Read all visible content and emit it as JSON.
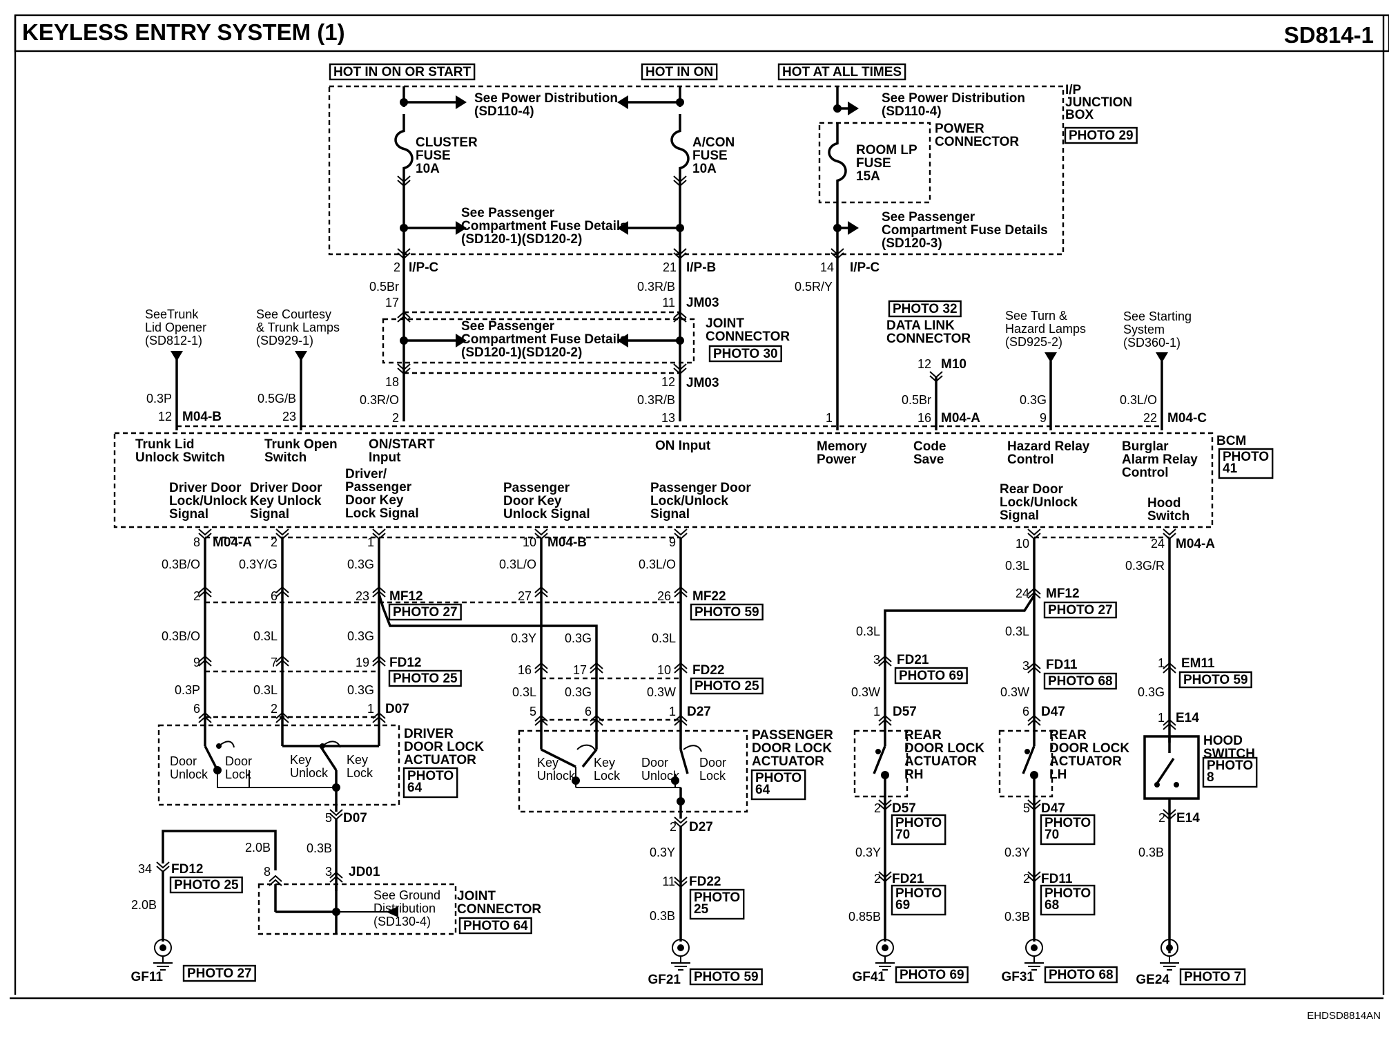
{
  "header": {
    "title": "KEYLESS ENTRY SYSTEM (1)",
    "code": "SD814-1"
  },
  "footer": {
    "code": "EHDSD8814AN"
  },
  "power": {
    "hot_on_start": "HOT IN ON OR START",
    "hot_on": "HOT IN ON",
    "hot_all": "HOT AT ALL TIMES"
  },
  "ipjb": {
    "label": [
      "I/P",
      "JUNCTION",
      "BOX"
    ],
    "photo": "PHOTO 29",
    "power_connector": [
      "POWER",
      "CONNECTOR"
    ],
    "see_pd_1": [
      "See Power Distribution",
      "(SD110-4)"
    ],
    "see_pd_2": [
      "See Power Distribution",
      "(SD110-4)"
    ],
    "cluster_fuse": [
      "CLUSTER",
      "FUSE",
      "10A"
    ],
    "acon_fuse": [
      "A/CON",
      "FUSE",
      "10A"
    ],
    "roomlp_fuse": [
      "ROOM LP",
      "FUSE",
      "15A"
    ],
    "see_pcfd_1": [
      "See Passenger",
      "Compartment Fuse Details",
      "(SD120-1)(SD120-2)"
    ],
    "see_pcfd_2": [
      "See Passenger",
      "Compartment Fuse Details",
      "(SD120-3)"
    ]
  },
  "upper_pins": {
    "p2": "2",
    "ipc1": "I/P-C",
    "p21": "21",
    "ipb": "I/P-B",
    "p14": "14",
    "ipc2": "I/P-C",
    "w_05br": "0.5Br",
    "w_03rb": "0.3R/B",
    "w_05ry": "0.5R/Y",
    "p17": "17",
    "p11": "11",
    "jm03a": "JM03",
    "p18": "18",
    "p12": "12",
    "jm03b": "JM03",
    "w_03ro": "0.3R/O",
    "w_03rb2": "0.3R/B"
  },
  "jm03": {
    "see": [
      "See Passenger",
      "Compartment Fuse Details",
      "(SD120-1)(SD120-2)"
    ],
    "label": [
      "JOINT",
      "CONNECTOR"
    ],
    "photo": "PHOTO 30"
  },
  "bcm_inputs": {
    "trunk_see": [
      "SeeTrunk",
      "Lid Opener",
      "(SD812-1)"
    ],
    "courtesy_see": [
      "See Courtesy",
      "& Trunk Lamps",
      "(SD929-1)"
    ],
    "turn_see": [
      "See Turn &",
      "Hazard Lamps",
      "(SD925-2)"
    ],
    "start_see": [
      "See Starting",
      "System",
      "(SD360-1)"
    ],
    "w_03p": "0.3P",
    "w_05gb": "0.5G/B",
    "w_03g": "0.3G",
    "w_03lo": "0.3L/O",
    "w_05br": "0.5Br",
    "p12": "12",
    "m04b": "M04-B",
    "p23": "23",
    "p2": "2",
    "p13": "13",
    "p1": "1",
    "p16": "16",
    "m04a": "M04-A",
    "p9": "9",
    "p22": "22",
    "m04c": "M04-C",
    "dlc_photo": "PHOTO 32",
    "dlc": [
      "DATA LINK",
      "CONNECTOR"
    ],
    "dlc_pin": "12",
    "m10": "M10"
  },
  "bcm": {
    "label": "BCM",
    "photo": [
      "PHOTO",
      "41"
    ],
    "trunk_lid": [
      "Trunk Lid",
      "Unlock Switch"
    ],
    "trunk_open": [
      "Trunk Open",
      "Switch"
    ],
    "on_start": [
      "ON/START",
      "Input"
    ],
    "on_input": "ON Input",
    "memory": [
      "Memory",
      "Power"
    ],
    "code_save": [
      "Code",
      "Save"
    ],
    "hazard": [
      "Hazard Relay",
      "Control"
    ],
    "burglar": [
      "Burglar",
      "Alarm Relay",
      "Control"
    ],
    "drv_lock": [
      "Driver Door",
      "Lock/Unlock",
      "Signal"
    ],
    "drv_key": [
      "Driver Door",
      "Key Unlock",
      "Signal"
    ],
    "dp_key": [
      "Driver/",
      "Passenger",
      "Door Key",
      "Lock Signal"
    ],
    "pass_key": [
      "Passenger",
      "Door Key",
      "Unlock Signal"
    ],
    "pass_lock": [
      "Passenger Door",
      "Lock/Unlock",
      "Signal"
    ],
    "rear_lock": [
      "Rear Door",
      "Lock/Unlock",
      "Signal"
    ],
    "hood": [
      "Hood",
      "Switch"
    ]
  },
  "lower": {
    "p8": "8",
    "m04a": "M04-A",
    "p2": "2",
    "p1": "1",
    "p10": "10",
    "m04b": "M04-B",
    "p9": "9",
    "p10r": "10",
    "p24": "24",
    "m04a2": "M04-A",
    "w_03bo": "0.3B/O",
    "w_03yg": "0.3Y/G",
    "w_03g": "0.3G",
    "w_03lo": "0.3L/O",
    "w_03lo2": "0.3L/O",
    "w_03l": "0.3L",
    "w_03gr": "0.3G/R",
    "mf12_2": "2",
    "mf12_6": "6",
    "mf12_23": "23",
    "mf12": "MF12",
    "photo27": "PHOTO 27",
    "mf22_27": "27",
    "mf22_26": "26",
    "mf22": "MF22",
    "photo59": "PHOTO 59",
    "mf12r_24": "24",
    "mf12r": "MF12",
    "photo27r": "PHOTO 27",
    "w2_03bo": "0.3B/O",
    "w2_03l": "0.3L",
    "w2_03g": "0.3G",
    "w2_03y": "0.3Y",
    "w2_03g2": "0.3G",
    "w2_03l2": "0.3L",
    "w2_03l3": "0.3L",
    "w2_03l4": "0.3L",
    "fd12_9": "9",
    "fd12_7": "7",
    "fd12_19": "19",
    "fd12": "FD12",
    "photo25": "PHOTO 25",
    "fd22_16": "16",
    "fd22_17": "17",
    "fd22_10": "10",
    "fd22": "FD22",
    "photo25b": "PHOTO 25",
    "fd21_3": "3",
    "fd21": "FD21",
    "photo69": "PHOTO 69",
    "fd11_3": "3",
    "fd11": "FD11",
    "photo68": "PHOTO 68",
    "em11_1": "1",
    "em11": "EM11",
    "photo59b": "PHOTO 59",
    "w3_03p": "0.3P",
    "w3_03l": "0.3L",
    "w3_03g": "0.3G",
    "w3_03l2": "0.3L",
    "w3_03g2": "0.3G",
    "w3_03w": "0.3W",
    "w3_03w2": "0.3W",
    "w3_03w3": "0.3W",
    "w3_03g3": "0.3G",
    "d07_6": "6",
    "d07_2": "2",
    "d07_1": "1",
    "d07": "D07",
    "d27_5": "5",
    "d27_6": "6",
    "d27_1": "1",
    "d27": "D27",
    "d57_1": "1",
    "d57": "D57",
    "d47_6": "6",
    "d47": "D47",
    "e14_1": "1",
    "e14": "E14"
  },
  "actuators": {
    "driver": [
      "DRIVER",
      "DOOR LOCK",
      "ACTUATOR"
    ],
    "driver_photo": [
      "PHOTO",
      "64"
    ],
    "door_unlock": [
      "Door",
      "Unlock"
    ],
    "door_lock": [
      "Door",
      "Lock"
    ],
    "key_unlock": [
      "Key",
      "Unlock"
    ],
    "key_lock": [
      "Key",
      "Lock"
    ],
    "passenger": [
      "PASSENGER",
      "DOOR LOCK",
      "ACTUATOR"
    ],
    "passenger_photo": [
      "PHOTO",
      "64"
    ],
    "rear_rh": [
      "REAR",
      "DOOR LOCK",
      "ACTUATOR",
      "RH"
    ],
    "rear_lh": [
      "REAR",
      "DOOR LOCK",
      "ACTUATOR",
      "LH"
    ],
    "hood_sw": [
      "HOOD",
      "SWITCH"
    ],
    "hood_photo": [
      "PHOTO",
      "8"
    ]
  },
  "grounds": {
    "d07_5": "5",
    "d07": "D07",
    "w_03b": "0.3B",
    "w_20b": "2.0B",
    "w_20b2": "2.0B",
    "jd01_8": "8",
    "jd01_3": "3",
    "jd01": "JD01",
    "fd12_34": "34",
    "fd12": "FD12",
    "photo25": "PHOTO 25",
    "see_ground": [
      "See Ground",
      "Distribution",
      "(SD130-4)"
    ],
    "joint": [
      "JOINT",
      "CONNECTOR"
    ],
    "joint_photo": "PHOTO 64",
    "gf11": "GF11",
    "gf11_photo": "PHOTO 27",
    "d27_2": "2",
    "d27": "D27",
    "w_03y": "0.3Y",
    "fd22_11": "11",
    "fd22": "FD22",
    "fd22_photo": [
      "PHOTO",
      "25"
    ],
    "w_03b2": "0.3B",
    "gf21": "GF21",
    "gf21_photo": "PHOTO 59",
    "d57_2": "2",
    "d57": "D57",
    "d57_photo": [
      "PHOTO",
      "70"
    ],
    "w_03y2": "0.3Y",
    "fd21_2": "2",
    "fd21": "FD21",
    "fd21_photo": [
      "PHOTO",
      "69"
    ],
    "w_085b": "0.85B",
    "gf41": "GF41",
    "gf41_photo": "PHOTO 69",
    "d47_5": "5",
    "d47": "D47",
    "d47_photo": [
      "PHOTO",
      "70"
    ],
    "w_03y3": "0.3Y",
    "fd11_2": "2",
    "fd11": "FD11",
    "fd11_photo": [
      "PHOTO",
      "68"
    ],
    "w_03b3": "0.3B",
    "gf31": "GF31",
    "gf31_photo": "PHOTO 68",
    "e14_2": "2",
    "e14": "E14",
    "w_03b4": "0.3B",
    "ge24": "GE24",
    "ge24_photo": "PHOTO 7"
  }
}
